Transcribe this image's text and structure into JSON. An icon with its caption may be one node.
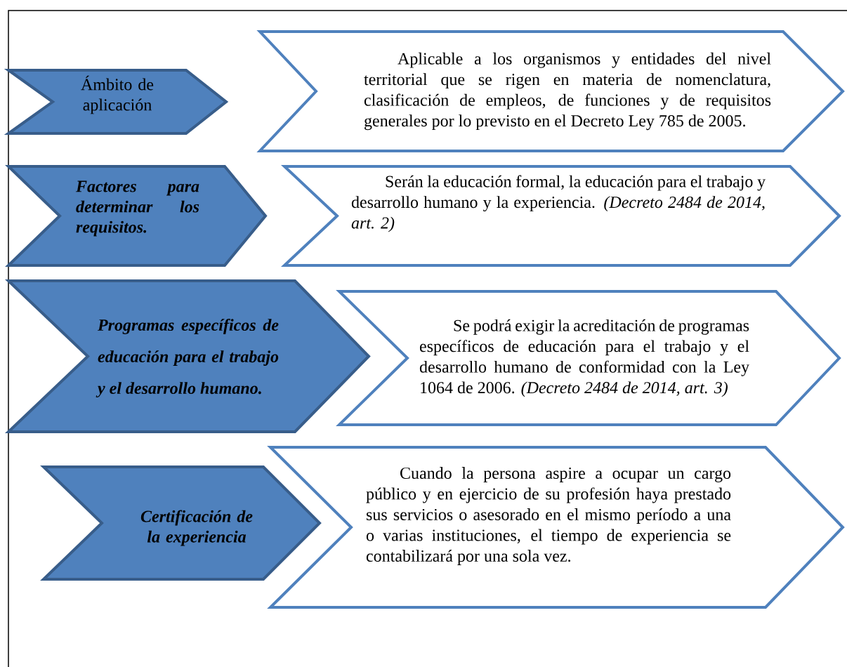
{
  "diagram": {
    "nodes": [
      {
        "text": [
          "Ámbito de aplicación"
        ]
      },
      {
        "text": [
          "Aplicable a los organismos y entidades del nivel territorial que se rigen en materia de nomenclatura, clasificación de empleos, de funciones y de requisitos generales por lo previsto en el Decreto Ley 785 de 2005."
        ]
      },
      {
        "text": [
          "Factores para determinar los requisitos."
        ]
      },
      {
        "text": [
          "Serán la educación formal, la educación para el trabajo y desarrollo humano y la experiencia. *(Decreto 2484 de 2014, art. 2)*"
        ]
      },
      {
        "text": [
          "Programas específicos de educación para el trabajo y el desarrollo humano."
        ]
      },
      {
        "text": [
          "Se podrá exigir la acreditación de programas específicos de educación para el trabajo y el desarrollo humano de conformidad con la Ley 1064 de 2006. *(Decreto 2484 de 2014, art. 3)*"
        ]
      },
      {
        "text": [
          "Certificación de la experiencia"
        ]
      },
      {
        "text": [
          "Cuando la persona aspire a ocupar un cargo público y en ejercicio de su profesión haya prestado sus servicios o asesorado en el mismo período a una o varias instituciones, el tiempo de experiencia se contabilizará por una sola vez."
        ]
      }
    ]
  }
}
